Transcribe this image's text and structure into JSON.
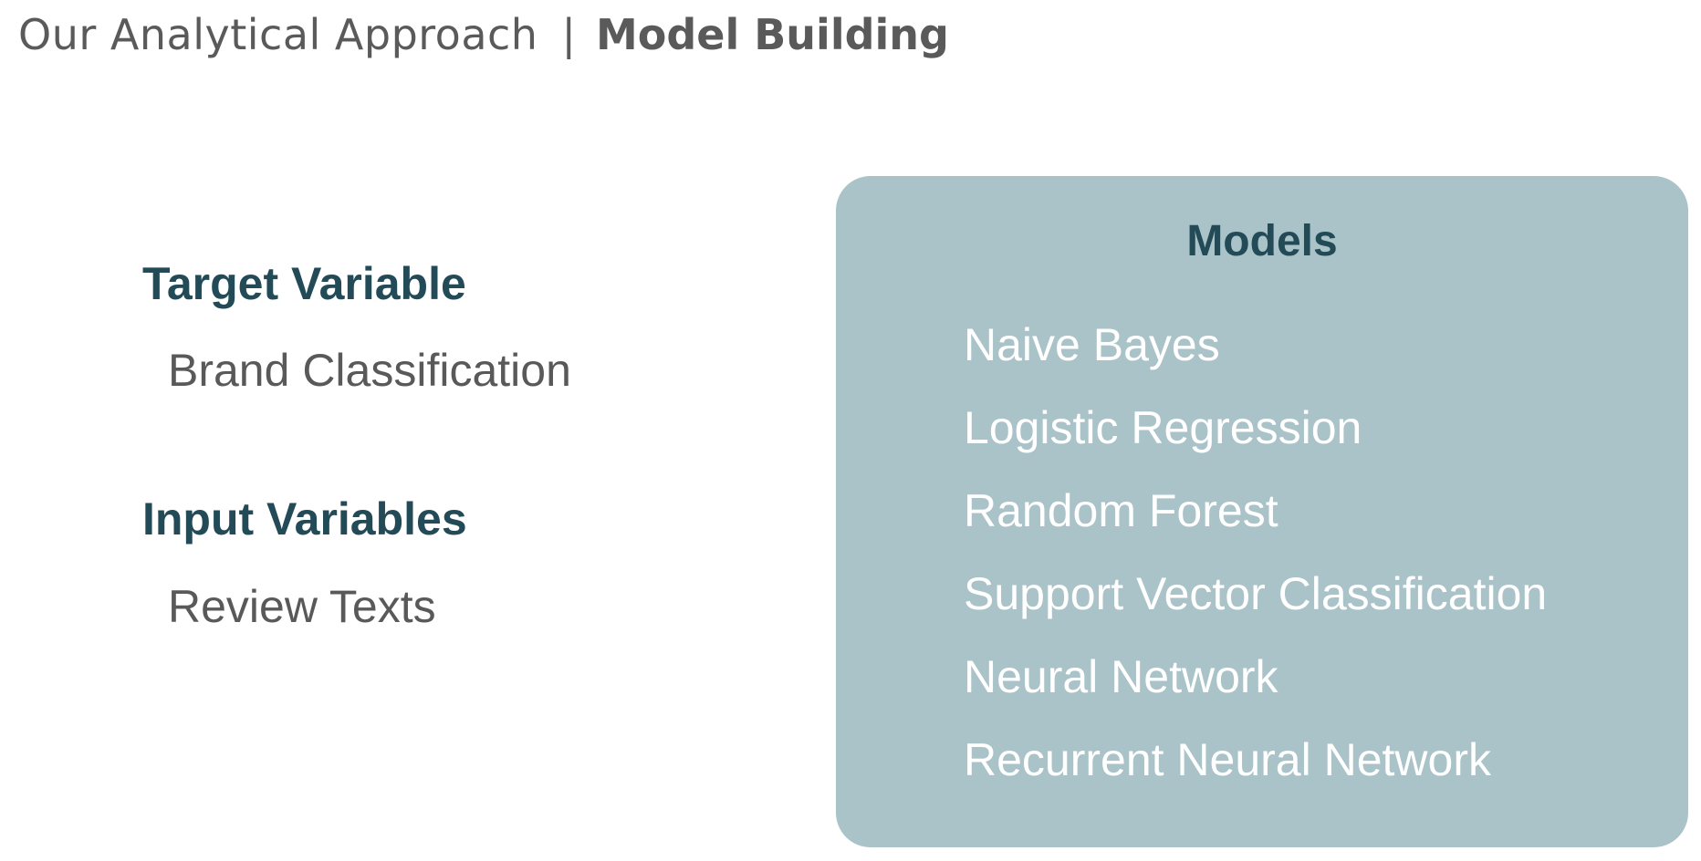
{
  "header": {
    "section": "Our Analytical Approach",
    "separator": "|",
    "topic": "Model Building"
  },
  "target": {
    "heading": "Target Variable",
    "value": "Brand Classification"
  },
  "input": {
    "heading": "Input Variables",
    "value": "Review Texts"
  },
  "models": {
    "title": "Models",
    "items": [
      "Naive Bayes",
      "Logistic Regression",
      "Random Forest",
      "Support Vector Classification",
      "Neural Network",
      "Recurrent Neural Network"
    ]
  },
  "colors": {
    "heading": "#234a57",
    "body_text": "#595959",
    "panel_background": "#a9c3c8",
    "panel_text": "#ffffff"
  }
}
